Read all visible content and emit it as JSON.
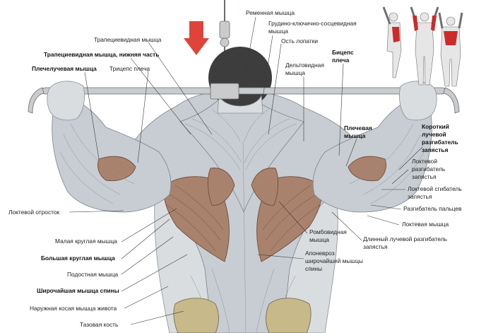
{
  "arrow_color": "#e0433a",
  "highlight_color": "#cc2b2b",
  "labels": {
    "remennaya": "Ременная мышца",
    "grudino": "Грудино-ключично-сосцевидная",
    "grudino2": "мышца",
    "trap": "Трапециевидная мышца",
    "trap_lower": "Трапециевидная мышца, нижняя часть",
    "ost": "Ость лопатки",
    "biceps1": "Бицепс",
    "biceps2": "плеча",
    "plecheluchevaya": "Плечелучевая мышца",
    "triceps": "Трицепс плеча",
    "deltoid1": "Дельтовидная",
    "deltoid2": "мышца",
    "plechevaya1": "Плечевая",
    "plechevaya2": "мышца",
    "short_ext1": "Короткий",
    "short_ext2": "лучевой",
    "short_ext3": "разгибатель",
    "short_ext4": "запястья",
    "ulnar_ext1": "Локтевой",
    "ulnar_ext2": "разгибатель",
    "ulnar_ext3": "запястья",
    "ulnar_flex1": "Локтевой сгибатель",
    "ulnar_flex2": "запястья",
    "finger_ext": "Разгибатель пальцев",
    "olecranon": "Локтевой отросток",
    "anconeus": "Локтевая мышца",
    "teres_minor": "Малая круглая мышца",
    "rhomboid1": "Ромбовидная",
    "rhomboid2": "мышца",
    "long_ext1": "Длинный лучевой разгибатель",
    "long_ext2": "запястья",
    "teres_major": "Большая круглая мышца",
    "aponeurosis1": "Апоневроз",
    "aponeurosis2": "широчайшей мышцы",
    "aponeurosis3": "спины",
    "infraspinatus": "Подостная мышца",
    "latissimus": "Широчайшая мышца спины",
    "oblique": "Наружная косая мышца живота",
    "pelvis": "Тазовая кость"
  }
}
